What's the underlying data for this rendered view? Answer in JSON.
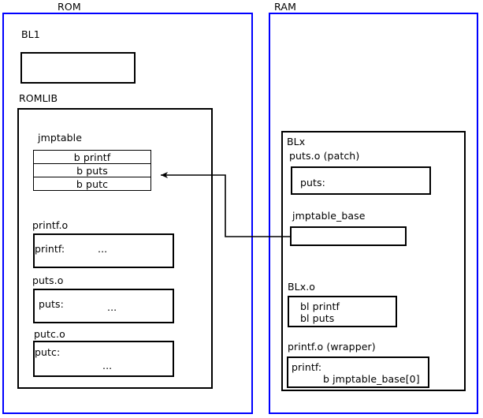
{
  "diagram": {
    "title": "ROM jump table patching diagram",
    "colors": {
      "region_border": "#0000ff",
      "box_border": "#000000",
      "background": "#ffffff",
      "text": "#000000"
    },
    "regions": [
      {
        "id": "rom",
        "label": "ROM"
      },
      {
        "id": "ram",
        "label": "RAM"
      }
    ],
    "rom": {
      "bl1": {
        "caption": "BL1"
      },
      "romlib": {
        "caption": "ROMLIB",
        "jmptable": {
          "caption": "jmptable",
          "entries": [
            {
              "label": "b printf"
            },
            {
              "label": "b puts"
            },
            {
              "label": "b putc"
            }
          ]
        },
        "objects": [
          {
            "caption": "printf.o",
            "symbol": "printf:",
            "body": "..."
          },
          {
            "caption": "puts.o",
            "symbol": "puts:",
            "body": "..."
          },
          {
            "caption": "putc.o",
            "symbol": "putc:",
            "body": "..."
          }
        ]
      }
    },
    "ram": {
      "blx": {
        "caption": "BLx",
        "puts_patch": {
          "caption": "puts.o (patch)",
          "symbol": "puts:"
        },
        "jmptable_base": {
          "caption": "jmptable_base",
          "value": ""
        },
        "blx_o": {
          "caption": "BLx.o",
          "line1": "bl printf",
          "line2": "bl puts"
        },
        "printf_wrapper": {
          "caption": "printf.o (wrapper)",
          "symbol": "printf:",
          "instruction": "b jmptable_base[0]"
        }
      }
    },
    "connector": {
      "name": "jmptable-base-to-b-puts-arrow",
      "from": "jmptable_base",
      "to": "b puts"
    }
  }
}
